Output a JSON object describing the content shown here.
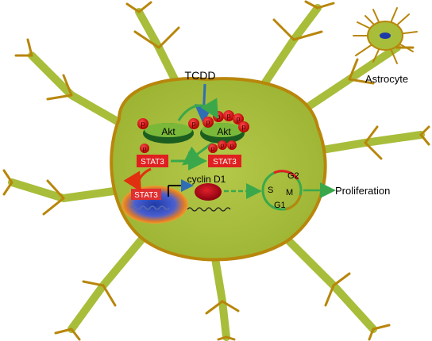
{
  "labels": {
    "stimulus": "TCDD",
    "akt_inactive": "Akt",
    "akt_active": "Akt",
    "stat3_inactive": "STAT3",
    "stat3_active": "STAT3",
    "stat3_nuclear": "STAT3",
    "cyclin": "cyclin D1",
    "phospho": "p",
    "outcome": "Proliferation",
    "inset_caption": "Astrocyte"
  },
  "cell_cycle": {
    "g2": "G2",
    "s": "S",
    "m": "M",
    "g1": "G1"
  },
  "colors": {
    "cytoplasm": "#a8bd3a",
    "membrane": "#b8860b",
    "akt_fill": "#1b5e20",
    "phospho": "#e02020",
    "activation_arrow": "#3aa84a",
    "tcdd_arrow": "#2f6db5",
    "nucleus_inhibit": "#e03010",
    "cyclin_fill": "#b3001b",
    "nucleus_core": "#1e3aa8"
  }
}
